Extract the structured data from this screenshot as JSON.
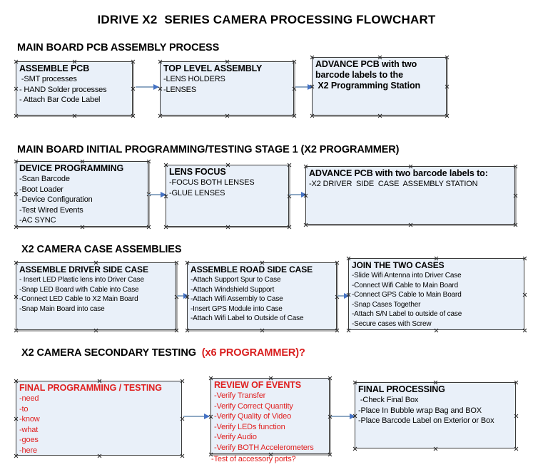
{
  "document": {
    "title": "IDRIVE X2  SERIES CAMERA PROCESSING FLOWCHART"
  },
  "colors": {
    "box_fill": "#e9f0f9",
    "box_border": "#3a3a3a",
    "connector": "#8fa9c4",
    "arrowhead": "#4472c4",
    "accent_red": "#e02020",
    "heading_red": "#d81d1d",
    "text": "#000000"
  },
  "sections": [
    {
      "heading": "MAIN BOARD PCB ASSEMBLY PROCESS",
      "heading_suffix": "",
      "nodes": [
        {
          "title": "ASSEMBLE PCB",
          "lines": [
            " -SMT processes",
            "- HAND Solder processes",
            "- Attach Bar Code Label"
          ]
        },
        {
          "title": "TOP LEVEL ASSEMBLY",
          "lines": [
            "-LENS HOLDERS",
            "-LENSES"
          ]
        },
        {
          "title": "ADVANCE PCB with two",
          "lines": [
            "barcode labels to the",
            " X2 Programming Station"
          ]
        }
      ]
    },
    {
      "heading": "MAIN BOARD INITIAL PROGRAMMING/TESTING STAGE 1 (X2 PROGRAMMER)",
      "heading_suffix": "",
      "nodes": [
        {
          "title": "DEVICE PROGRAMMING",
          "lines": [
            "-Scan Barcode",
            "-Boot Loader",
            "-Device Configuration",
            "-Test Wired Events",
            "-AC SYNC"
          ]
        },
        {
          "title": "LENS FOCUS",
          "lines": [
            "-FOCUS BOTH LENSES",
            "-GLUE LENSES"
          ]
        },
        {
          "title": "ADVANCE PCB with two barcode labels to:",
          "lines": [
            "-X2 DRIVER  SIDE  CASE  ASSEMBLY STATION"
          ]
        }
      ]
    },
    {
      "heading": "X2 CAMERA CASE ASSEMBLIES",
      "heading_suffix": "",
      "nodes": [
        {
          "title": "ASSEMBLE DRIVER SIDE CASE",
          "lines": [
            "- Insert LED Plastic lens into Driver Case",
            "-Snap LED Board with Cable into Case",
            "-Connect LED Cable to X2 Main Board",
            "-Snap Main Board into case"
          ]
        },
        {
          "title": "ASSEMBLE ROAD SIDE CASE",
          "lines": [
            "-Attach Support Spur to Case",
            "-Attach Windshield Support",
            "-Attach Wifi Assembly to Case",
            "-Insert GPS Module into Case",
            "-Attach Wifi Label to Outside of Case"
          ]
        },
        {
          "title": "JOIN THE TWO CASES",
          "lines": [
            "-Slide Wifi Antenna into Driver Case",
            "-Connect Wifi Cable to Main Board",
            "-Connect GPS Cable to Main Board",
            "-Snap Cases Together",
            "-Attach S/N Label to outside of case",
            "-Secure cases with Screw"
          ]
        }
      ]
    },
    {
      "heading": "X2 CAMERA SECONDARY TESTING  ",
      "heading_suffix": "(x6 PROGRAMMER)?",
      "nodes": [
        {
          "title": "FINAL PROGRAMMING / TESTING",
          "lines": [
            "-need",
            "-to",
            "-know",
            "-what",
            "-goes",
            "-here"
          ]
        },
        {
          "title": "REVIEW OF EVENTS",
          "lines": [
            "-Verify Transfer",
            "-Verify Correct Quantity",
            "-Verify Quality of Video",
            "-Verify LEDs function",
            "-Verify Audio",
            "-Verify BOTH Accelerometers"
          ],
          "overflow_line": "-Test of accessory ports?"
        },
        {
          "title": "FINAL PROCESSING",
          "lines": [
            " -Check Final Box",
            "-Place In Bubble wrap Bag and BOX",
            "-Place Barcode Label on Exterior or Box"
          ]
        }
      ]
    }
  ]
}
